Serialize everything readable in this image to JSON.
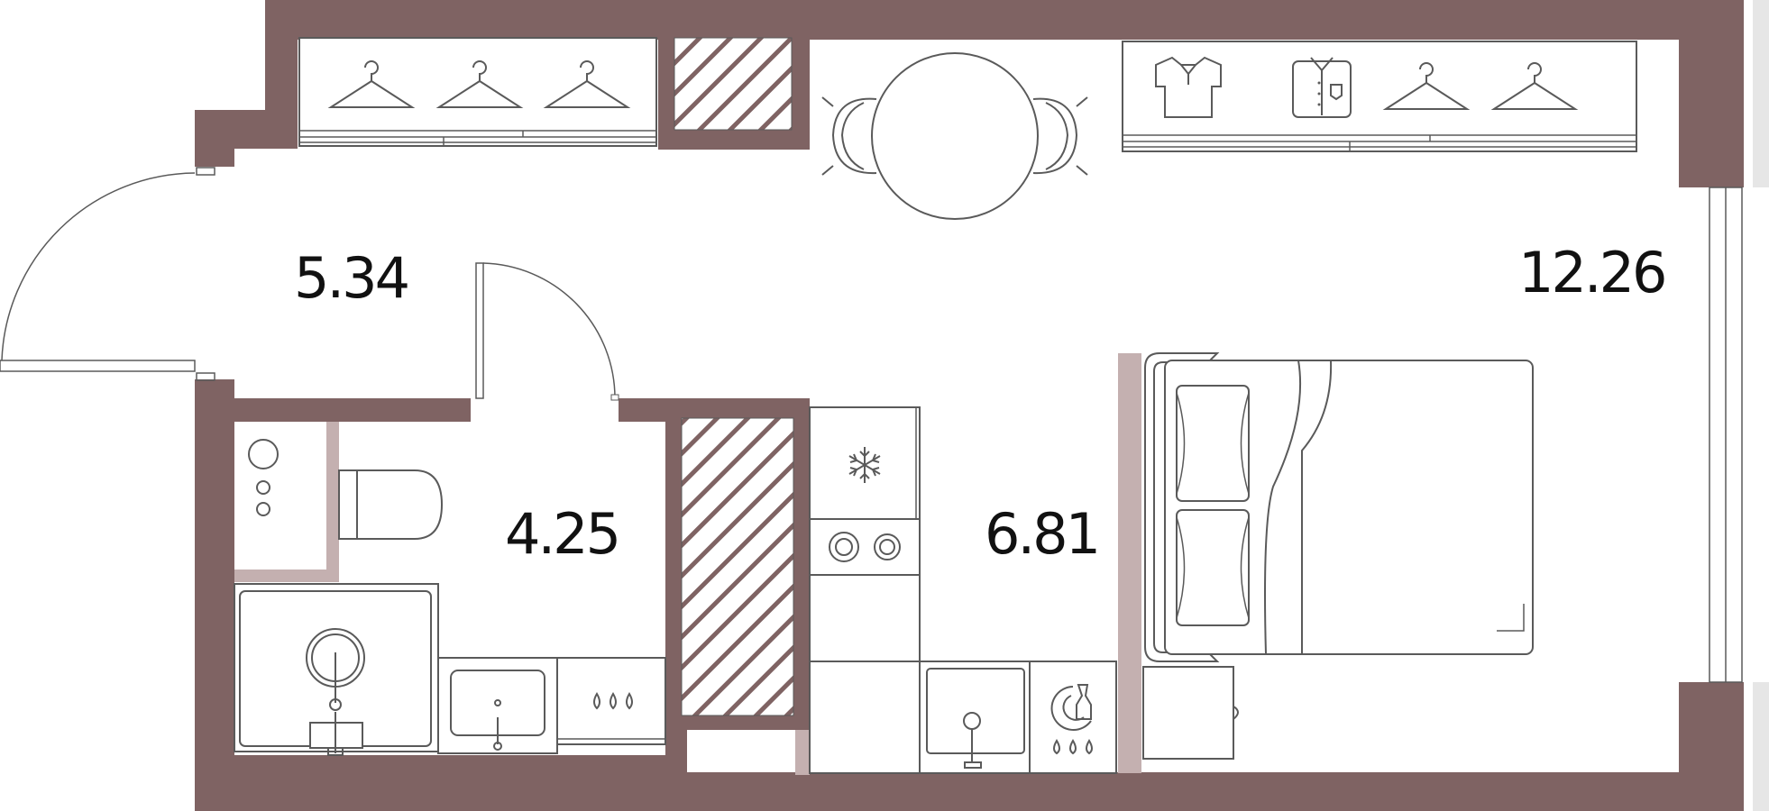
{
  "rooms": [
    {
      "id": "hall",
      "area": "5.34"
    },
    {
      "id": "bathroom",
      "area": "4.25"
    },
    {
      "id": "kitchen",
      "area": "6.81"
    },
    {
      "id": "living-room",
      "area": "12.26"
    }
  ],
  "colors": {
    "wall": "#7f6363",
    "partition": "#c4b0b0",
    "line": "#5a5a5a",
    "shaft_hatch": "#7f6363",
    "window_side": "#e6e6e6"
  }
}
